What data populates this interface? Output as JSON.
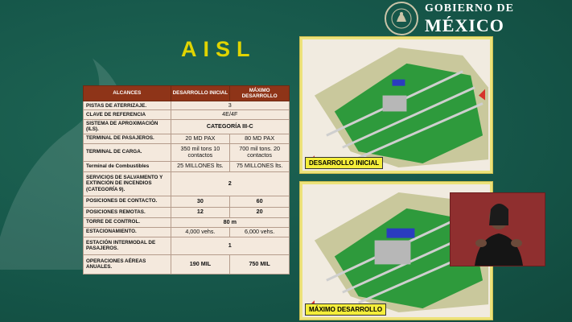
{
  "header": {
    "logo_line1": "GOBIERNO DE",
    "logo_line2": "MÉXICO"
  },
  "title": "AISL",
  "table": {
    "headers": [
      "ALCANCES",
      "DESARROLLO INICIAL",
      "MÁXIMO DESARROLLO"
    ],
    "rows": [
      {
        "label": "PISTAS DE ATERRIZAJE.",
        "merged": "3"
      },
      {
        "label": "CLAVE DE REFERENCIA",
        "merged": "4E/4F"
      },
      {
        "label": "SISTEMA DE APROXIMACIÓN (ILS).",
        "merged": "CATEGORÍA III-C"
      },
      {
        "label": "TERMINAL DE PASAJEROS.",
        "initial": "20 MD PAX",
        "max": "80 MD PAX"
      },
      {
        "label": "TERMINAL DE CARGA.",
        "initial": "350 mil tons 10 contactos",
        "max": "700 mil tons. 20 contactos"
      },
      {
        "label": "Terminal de Combustibles",
        "initial": "25 MILLONES lts.",
        "max": "75 MILLONES lts."
      },
      {
        "label": "SERVICIOS DE SALVAMENTO Y EXTINCIÓN DE INCENDIOS (CATEGORÍA 9).",
        "merged": "2"
      },
      {
        "label": "POSICIONES DE CONTACTO.",
        "initial": "30",
        "max": "60"
      },
      {
        "label": "POSICIONES REMOTAS.",
        "initial": "12",
        "max": "20"
      },
      {
        "label": "TORRE DE CONTROL.",
        "merged": "80 m"
      },
      {
        "label": "ESTACIONAMIENTO.",
        "initial": "4,000 vehs.",
        "max": "6,000 vehs."
      },
      {
        "label": "ESTACIÓN INTERMODAL DE PASAJEROS.",
        "merged": "1"
      },
      {
        "label": "OPERACIONES AÉREAS ANUALES.",
        "initial": "190 MIL",
        "max": "750 MIL"
      }
    ]
  },
  "panels": {
    "initial_caption": "DESARROLLO INICIAL",
    "max_caption": "MÁXIMO DESARROLLO"
  },
  "colors": {
    "title": "#e0d400",
    "header_bg": "#8e3418",
    "panel_frame": "#ece27a",
    "caption_bg": "#f5ee3a"
  }
}
